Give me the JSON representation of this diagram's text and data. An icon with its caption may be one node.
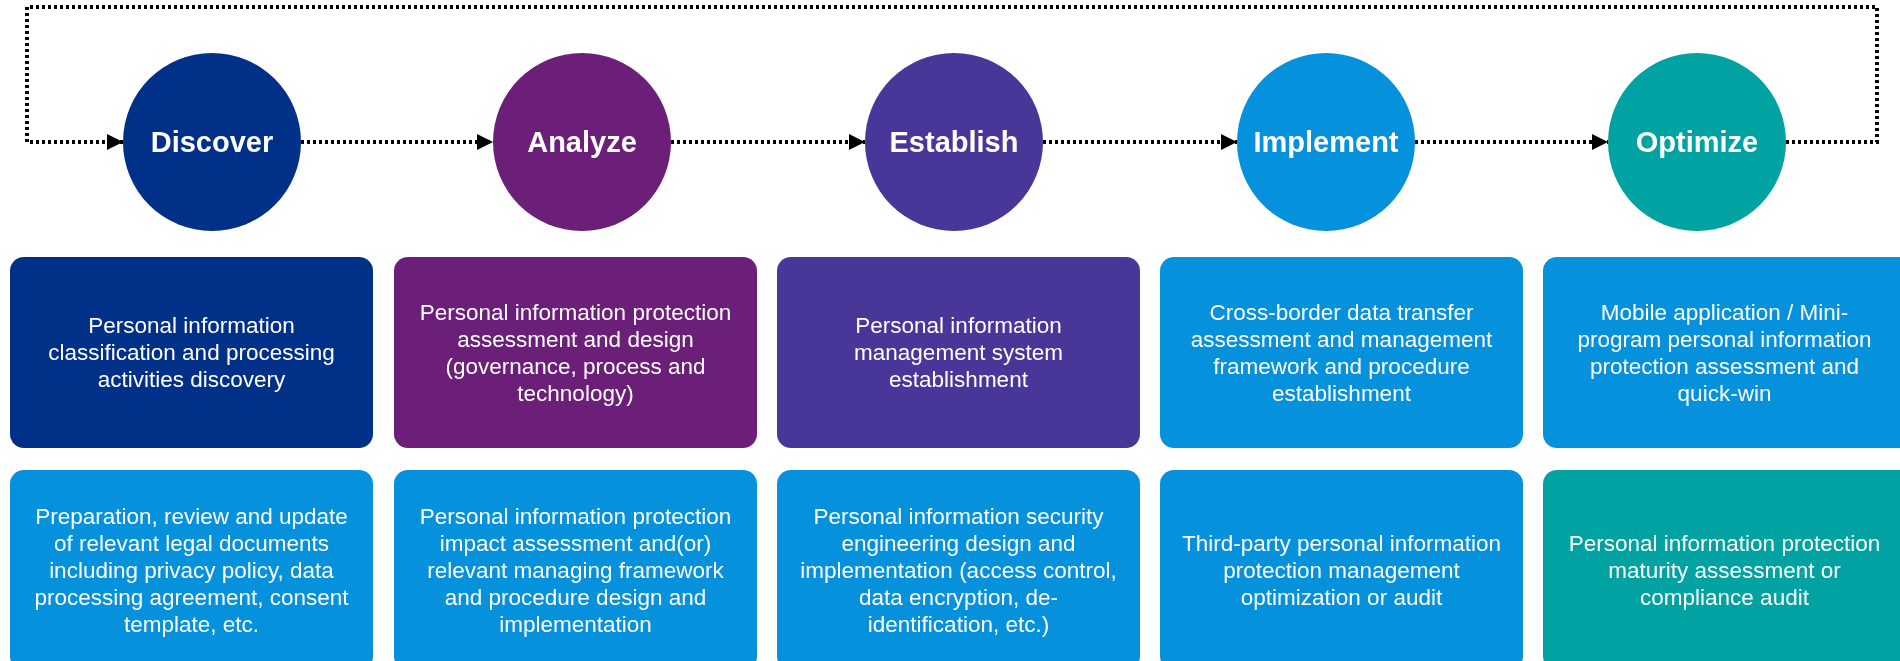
{
  "diagram": {
    "nodes": [
      {
        "text": [
          "Discover"
        ]
      },
      {
        "text": [
          "Analyze"
        ]
      },
      {
        "text": [
          "Establish"
        ]
      },
      {
        "text": [
          "Implement"
        ]
      },
      {
        "text": [
          "Optimize"
        ]
      },
      {
        "text": [
          "Personal information classification and processing activities discovery"
        ]
      },
      {
        "text": [
          "Personal information protection assessment and design (governance, process and technology)"
        ]
      },
      {
        "text": [
          "Personal information management system establishment"
        ]
      },
      {
        "text": [
          "Cross-border data transfer assessment and management framework and procedure establishment"
        ]
      },
      {
        "text": [
          "Mobile application / Mini-program personal information protection assessment and quick-win"
        ]
      },
      {
        "text": [
          "Preparation, review and update of relevant legal documents including privacy policy, data processing agreement, consent template, etc."
        ]
      },
      {
        "text": [
          "Personal information protection impact assessment and(or) relevant managing framework and procedure design and implementation"
        ]
      },
      {
        "text": [
          "Personal information security engineering design and implementation (access control, data encryption, de-identification, etc.)"
        ]
      },
      {
        "text": [
          "Third-party personal information protection management optimization or audit"
        ]
      },
      {
        "text": [
          "Personal information protection maturity assessment or compliance audit"
        ]
      }
    ],
    "edges": [
      {
        "from": 0,
        "to": 1,
        "arrow": "to",
        "style": "dashed"
      },
      {
        "from": 1,
        "to": 2,
        "arrow": "to",
        "style": "dashed"
      },
      {
        "from": 2,
        "to": 3,
        "arrow": "to",
        "style": "dashed"
      },
      {
        "from": 3,
        "to": 4,
        "arrow": "to",
        "style": "dashed"
      },
      {
        "from": 4,
        "to": 0,
        "arrow": "to",
        "style": "dashed"
      }
    ]
  }
}
